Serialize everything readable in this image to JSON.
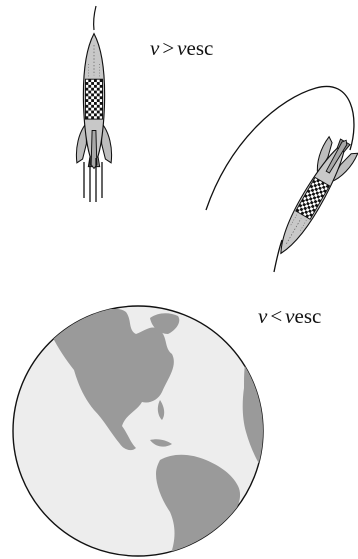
{
  "labels": {
    "escape": {
      "var": "v",
      "op": ">",
      "rhs_var": "v",
      "rhs_sub": "esc"
    },
    "orbit": {
      "var": "v",
      "op": "<",
      "rhs_var": "v",
      "rhs_sub": "esc"
    }
  },
  "colors": {
    "land": "#9a9a9a",
    "ocean": "#ededed",
    "rocket_body": "#c8c8c8",
    "outline": "#111111"
  }
}
